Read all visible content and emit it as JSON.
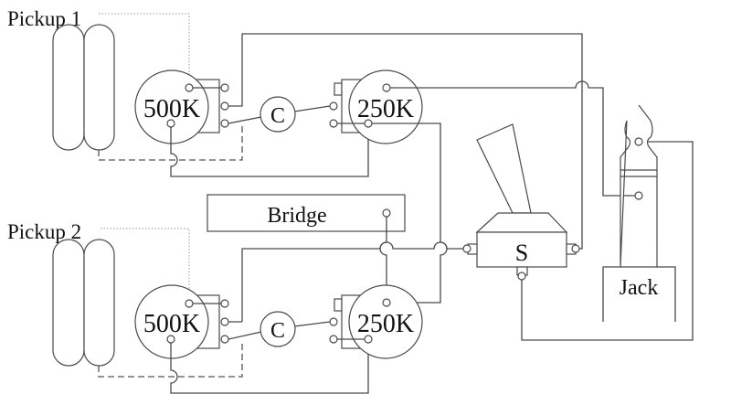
{
  "labels": {
    "pickup1": "Pickup 1",
    "pickup2": "Pickup 2",
    "volume_pot": "500K",
    "tone_pot": "250K",
    "capacitor": "C",
    "bridge": "Bridge",
    "switch": "S",
    "jack": "Jack"
  },
  "colors": {
    "wire": "#4a4a4a",
    "background": "#ffffff"
  }
}
